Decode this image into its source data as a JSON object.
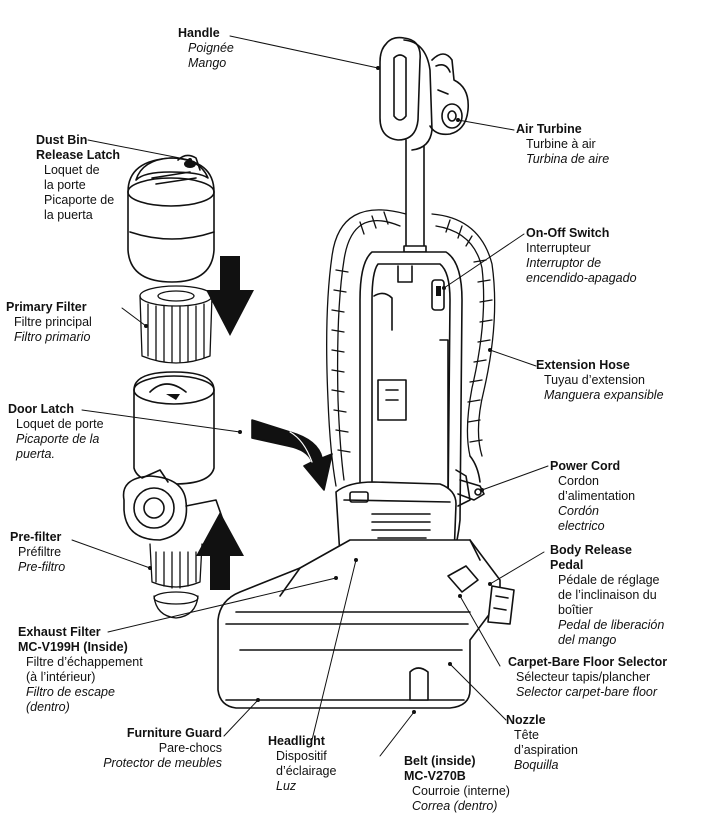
{
  "labels": {
    "handle": {
      "en": "Handle",
      "fr": "Poignée",
      "es": "Mango"
    },
    "air_turbine": {
      "en": "Air Turbine",
      "fr": "Turbine à air",
      "es": "Turbina de aire"
    },
    "dust_bin": {
      "en1": "Dust Bin",
      "en2": "Release Latch",
      "fr1": "Loquet de",
      "fr2": "la porte",
      "es1": "Picaporte de",
      "es2": "la puerta"
    },
    "on_off": {
      "en": "On-Off Switch",
      "fr": "Interrupteur",
      "es1": "Interruptor de",
      "es2": "encendido-apagado"
    },
    "primary_filter": {
      "en": "Primary Filter",
      "fr": "Filtre principal",
      "es": "Filtro primario"
    },
    "extension_hose": {
      "en": "Extension Hose",
      "fr": "Tuyau d’extension",
      "es": "Manguera expansible"
    },
    "door_latch": {
      "en": "Door Latch",
      "fr": "Loquet de porte",
      "es1": "Picaporte de la",
      "es2": "puerta."
    },
    "power_cord": {
      "en": "Power Cord",
      "fr1": "Cordon",
      "fr2": "d’alimentation",
      "es1": "Cordón",
      "es2": "electrico"
    },
    "body_release": {
      "en1": "Body Release",
      "en2": "Pedal",
      "fr1": "Pédale de réglage",
      "fr2": "de l’inclinaison du",
      "fr3": "boîtier",
      "es1": "Pedal de liberación",
      "es2": "del mango"
    },
    "pre_filter": {
      "en": "Pre-filter",
      "fr": "Préfiltre",
      "es": "Pre-filtro"
    },
    "exhaust_filter": {
      "en1": "Exhaust Filter",
      "en2": "MC-V199H (Inside)",
      "fr1": "Filtre d’échappement",
      "fr2": "(à l’intérieur)",
      "es1": "Filtro de escape",
      "es2": "(dentro)"
    },
    "carpet_selector": {
      "en": "Carpet-Bare Floor Selector",
      "fr": "Sélecteur tapis/plancher",
      "es": "Selector carpet-bare floor"
    },
    "furniture_guard": {
      "en": "Furniture Guard",
      "fr": "Pare-chocs",
      "es": "Protector de meubles"
    },
    "headlight": {
      "en": "Headlight",
      "fr1": "Dispositif",
      "fr2": "d’éclairage",
      "es": "Luz"
    },
    "nozzle": {
      "en": "Nozzle",
      "fr1": "Tête",
      "fr2": "d’aspiration",
      "es": "Boquilla"
    },
    "belt": {
      "en1": "Belt (inside)",
      "en2": "MC-V270B",
      "fr": "Courroie (interne)",
      "es": "Correa (dentro)"
    }
  }
}
